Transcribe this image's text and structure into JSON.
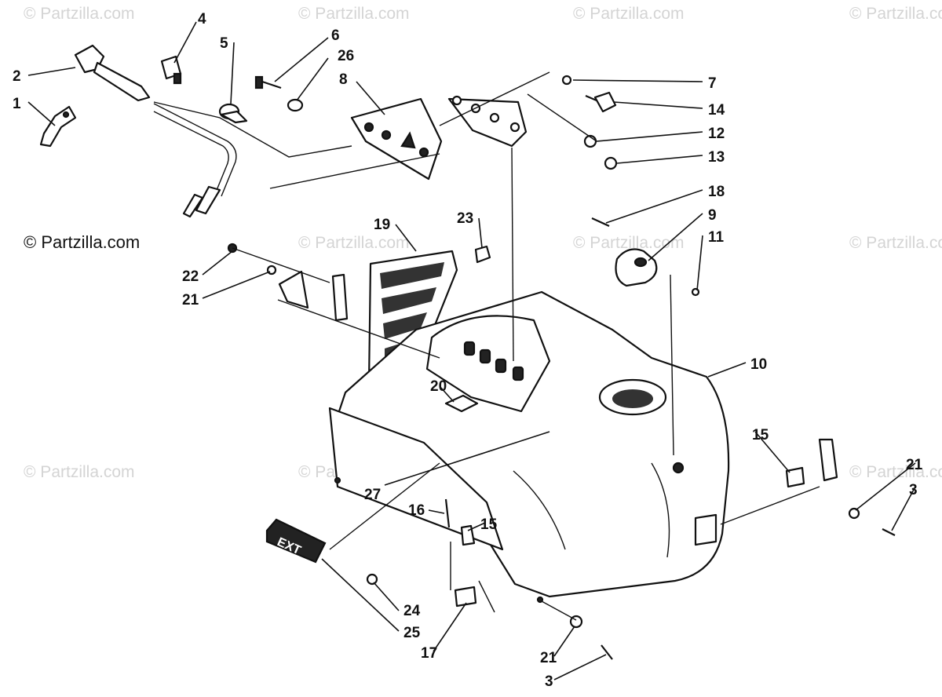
{
  "watermarks": {
    "text": "© Partzilla.com"
  },
  "credit": "© Partzilla.com",
  "decal_text": "EXT",
  "callouts": [
    {
      "id": "c1",
      "label": "1"
    },
    {
      "id": "c2",
      "label": "2"
    },
    {
      "id": "c4",
      "label": "4"
    },
    {
      "id": "c5",
      "label": "5"
    },
    {
      "id": "c6",
      "label": "6"
    },
    {
      "id": "c26",
      "label": "26"
    },
    {
      "id": "c8",
      "label": "8"
    },
    {
      "id": "c7",
      "label": "7"
    },
    {
      "id": "c14",
      "label": "14"
    },
    {
      "id": "c12",
      "label": "12"
    },
    {
      "id": "c13",
      "label": "13"
    },
    {
      "id": "c18",
      "label": "18"
    },
    {
      "id": "c9",
      "label": "9"
    },
    {
      "id": "c11",
      "label": "11"
    },
    {
      "id": "c19",
      "label": "19"
    },
    {
      "id": "c23",
      "label": "23"
    },
    {
      "id": "c22",
      "label": "22"
    },
    {
      "id": "c21a",
      "label": "21"
    },
    {
      "id": "c10",
      "label": "10"
    },
    {
      "id": "c20",
      "label": "20"
    },
    {
      "id": "c15a",
      "label": "15"
    },
    {
      "id": "c21b",
      "label": "21"
    },
    {
      "id": "c3a",
      "label": "3"
    },
    {
      "id": "c27",
      "label": "27"
    },
    {
      "id": "c16",
      "label": "16"
    },
    {
      "id": "c15b",
      "label": "15"
    },
    {
      "id": "c24",
      "label": "24"
    },
    {
      "id": "c25",
      "label": "25"
    },
    {
      "id": "c17",
      "label": "17"
    },
    {
      "id": "c21c",
      "label": "21"
    },
    {
      "id": "c3b",
      "label": "3"
    }
  ]
}
